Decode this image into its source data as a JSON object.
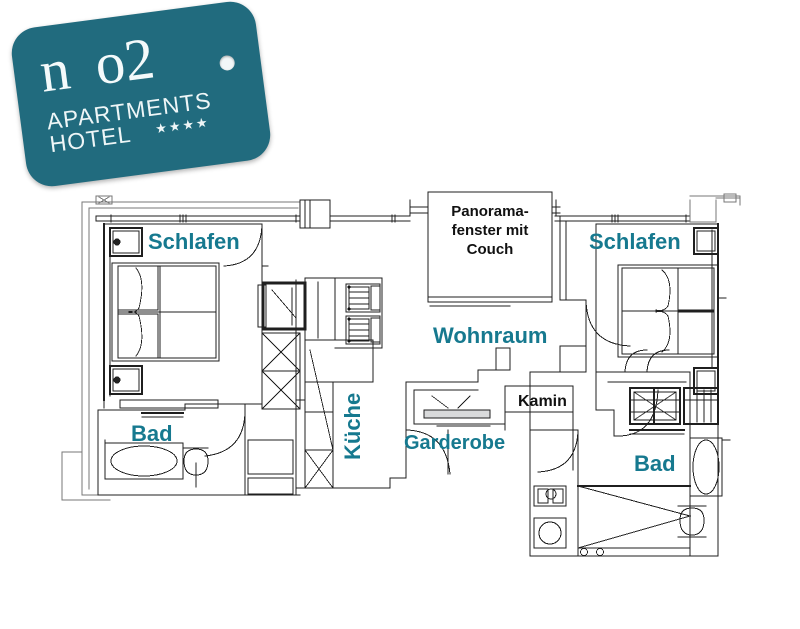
{
  "logo": {
    "brand_main": "n",
    "brand_second": "o2",
    "line1": "APARTMENTS",
    "line2": "HOTEL",
    "stars": "★★★★",
    "tag_color": "#216b7e",
    "text_color": "#f2f8f9"
  },
  "theme": {
    "label_teal": "#16798f",
    "label_black": "#111111",
    "wall_stroke": "#1a1a1a",
    "fixture_stroke": "#555555",
    "background": "#ffffff"
  },
  "floorplan": {
    "title": "Apartment floor plan",
    "rooms": [
      {
        "id": "schlafen-left",
        "label": "Schlafen",
        "color": "teal"
      },
      {
        "id": "schlafen-right",
        "label": "Schlafen",
        "color": "teal"
      },
      {
        "id": "wohnraum",
        "label": "Wohnraum",
        "color": "teal"
      },
      {
        "id": "bad-left",
        "label": "Bad",
        "color": "teal"
      },
      {
        "id": "bad-right",
        "label": "Bad",
        "color": "teal"
      },
      {
        "id": "garderobe",
        "label": "Garderobe",
        "color": "teal"
      },
      {
        "id": "kueche",
        "label": "Küche",
        "color": "teal",
        "rotated": true
      }
    ],
    "annotations": [
      {
        "id": "kamin",
        "label": "Kamin",
        "color": "black"
      },
      {
        "id": "panorama",
        "label": "Panorama-\nfenster mit\nCouch",
        "color": "black"
      }
    ],
    "panorama_lines": [
      "Panorama-",
      "fenster mit",
      "Couch"
    ]
  }
}
